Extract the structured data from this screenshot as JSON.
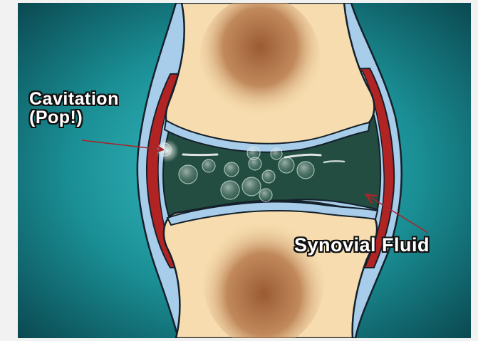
{
  "labels": {
    "cavitation_line1": "Cavitation",
    "cavitation_line2": "(Pop!)",
    "synovial_fluid": "Synovial Fluid"
  },
  "colors": {
    "background_teal": "#1a8f95",
    "bone": "#f6dcae",
    "marrow": "#a7693f",
    "fluid": "#234d40",
    "cartilage": "#a8cdea",
    "capsule_red": "#b22424",
    "arrow": "#a4262c"
  }
}
